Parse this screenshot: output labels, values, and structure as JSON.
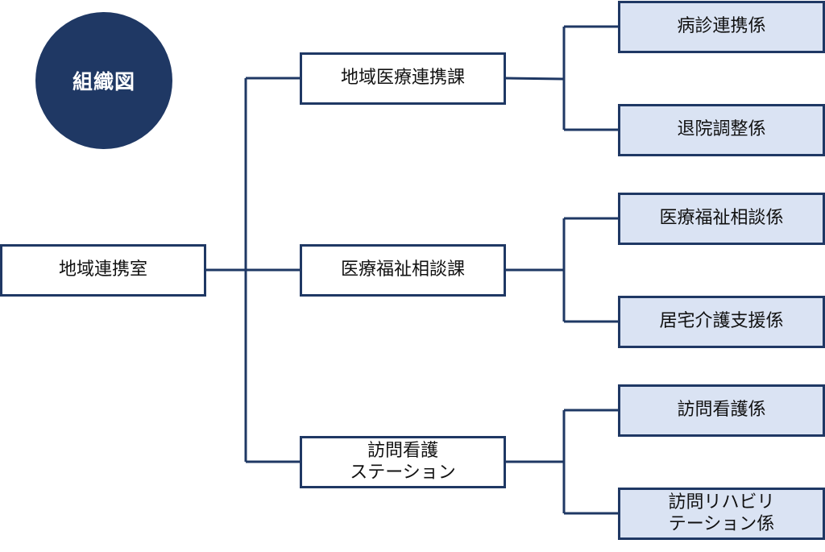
{
  "title": "組織図",
  "root": {
    "label": "地域連携室"
  },
  "departments": [
    {
      "label": "地域医療連携課",
      "sections": [
        "病診連携係",
        "退院調整係"
      ]
    },
    {
      "label": "医療福祉相談課",
      "sections": [
        "医療福祉相談係",
        "居宅介護支援係"
      ]
    },
    {
      "label_lines": [
        "訪問看護",
        "ステーション"
      ],
      "sections": [
        "訪問看護係"
      ],
      "multiline_section": [
        "訪問リハビリ",
        "テーション係"
      ]
    }
  ],
  "colors": {
    "navy": "#1f3864",
    "leaf_fill": "#dae3f3",
    "box_fill": "#ffffff"
  }
}
